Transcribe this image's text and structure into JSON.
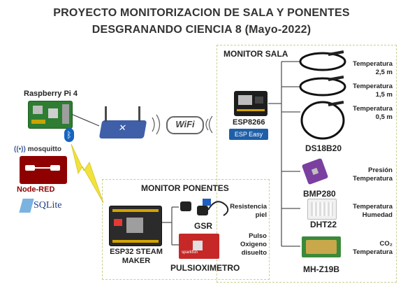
{
  "title": {
    "line1": "PROYECTO MONITORIZACION DE SALA Y PONENTES",
    "line2": "DESGRANANDO CIENCIA 8 (Mayo-2022)"
  },
  "hub": {
    "raspberry_label": "Raspberry Pi 4",
    "wifi_text": "WiFi",
    "mosquitto_text": "mosquitto",
    "nodered_text": "Node-RED",
    "sqlite_text": "SQLite"
  },
  "monitor_sala": {
    "title": "MONITOR SALA",
    "esp8266_label": "ESP8266",
    "espeasy_text": "ESP Easy",
    "ds18b20_label": "DS18B20",
    "bmp280_label": "BMP280",
    "dht22_label": "DHT22",
    "mhz19b_label": "MH-Z19B",
    "probes": [
      {
        "line1": "Temperatura",
        "line2": "2,5 m"
      },
      {
        "line1": "Temperatura",
        "line2": "1,5 m"
      },
      {
        "line1": "Temperatura",
        "line2": "0,5 m"
      }
    ],
    "bmp_desc": {
      "line1": "Presión",
      "line2": "Temperatura"
    },
    "dht_desc": {
      "line1": "Temperatura",
      "line2": "Humedad"
    },
    "co2_desc": {
      "line1": "CO₂",
      "line2": "Temperatura"
    }
  },
  "monitor_ponentes": {
    "title": "MONITOR PONENTES",
    "esp32_label": {
      "line1": "ESP32 STEAM",
      "line2": "MAKER"
    },
    "gsr_label": "GSR",
    "gsr_desc": {
      "line1": "Resistencia",
      "line2": "piel"
    },
    "pulsox_label": "PULSIOXIMETRO",
    "pulsox_desc": {
      "line1": "Pulso",
      "line2": "Oxigeno",
      "line3": "disuelto"
    },
    "sparkfun_text": "sparkfun"
  },
  "colors": {
    "dashed_border": "#c9cf8f",
    "lightning": "#f2e23c",
    "bluetooth": "#1565c0",
    "nodered": "#8f0000",
    "router": "#3f5fa8",
    "espeasy_badge": "#1f5fa8",
    "bmp_board": "#7b3fa0",
    "mhz_board": "#3a8a3a",
    "pulsox_board": "#c62828",
    "esp32_board": "#2b2b2b"
  }
}
